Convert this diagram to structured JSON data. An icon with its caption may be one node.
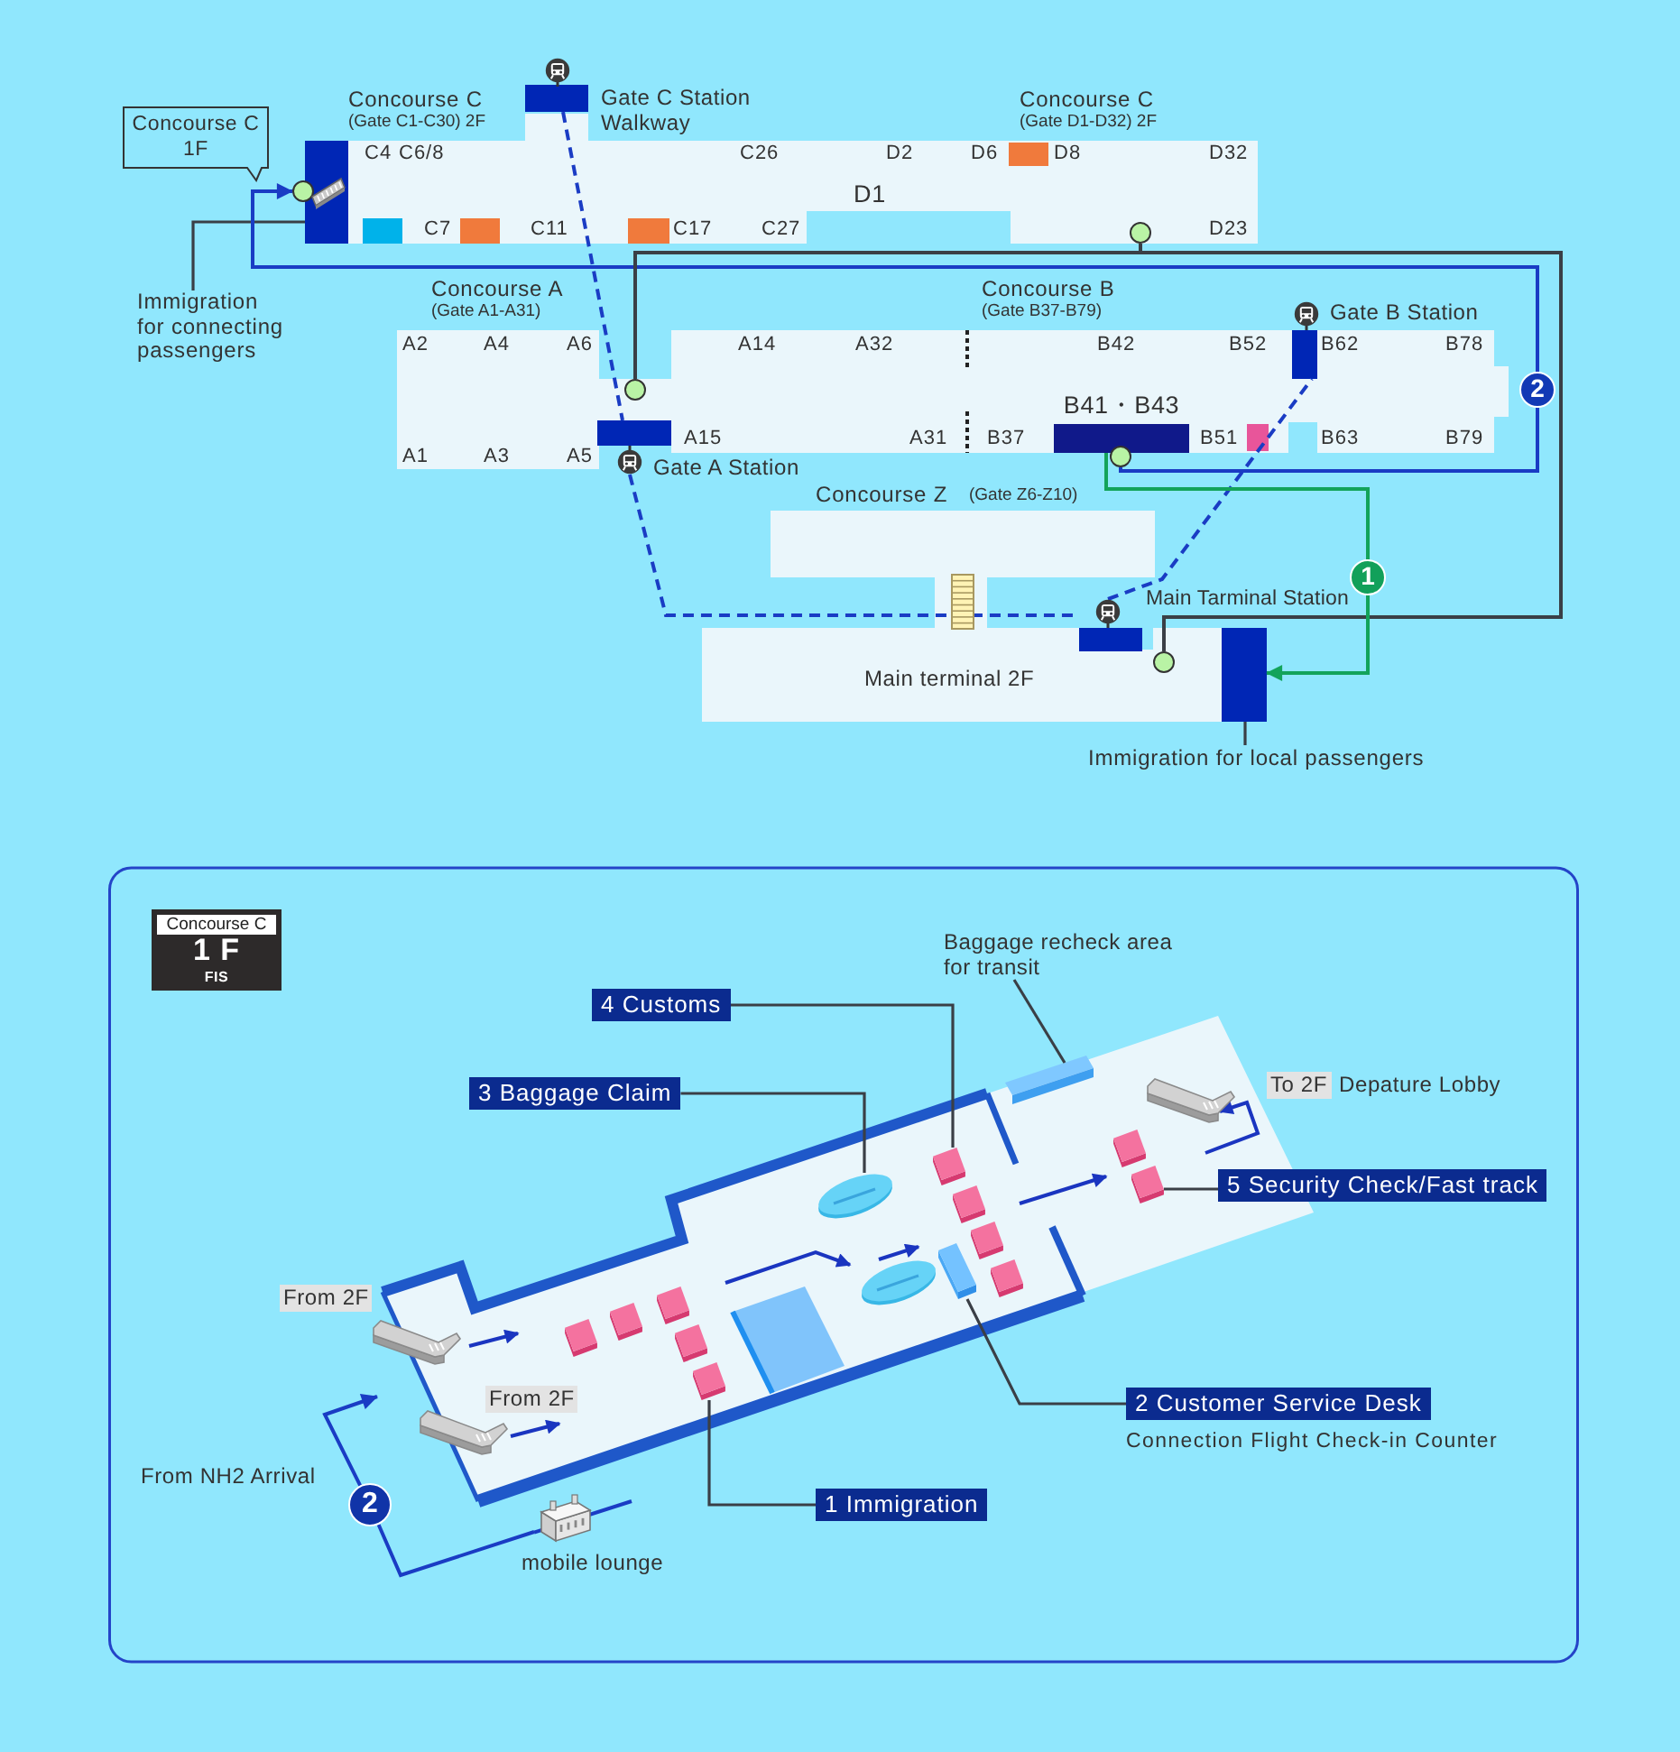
{
  "diagram": {
    "nodes": [
      {
        "text": [
          "Concourse C 1F"
        ]
      },
      {
        "text": [
          "Concourse C",
          "(Gate C1-C30) 2F",
          "Concourse C",
          "(Gate D1-D32) 2F",
          "C4",
          "C6/8",
          "C26",
          "D2",
          "D6",
          "D8",
          "D32",
          "D1",
          "C7",
          "C11",
          "C17",
          "C27",
          "D23"
        ]
      },
      {
        "text": [],
        "shape": "bar",
        "beside": [
          "Gate C Station",
          "Walkway"
        ]
      },
      {
        "text": [],
        "shape": "bar",
        "in": 1
      },
      {
        "text": [],
        "shape": "circle"
      },
      {
        "text": [
          "Immigration for connecting passengers"
        ]
      },
      {
        "text": [
          "Concourse A",
          "(Gate A1-A31)",
          "Concourse B",
          "(Gate B37-B79)",
          "A2",
          "A4",
          "A6",
          "A14",
          "A32",
          "B42",
          "B52",
          "B62",
          "B78",
          "A15",
          "A31",
          "B37",
          "B51",
          "B63",
          "B79",
          "A1",
          "A3",
          "A5"
        ]
      },
      {
        "text": [],
        "shape": "bar",
        "beside": [
          "Gate A Station"
        ]
      },
      {
        "text": [],
        "shape": "circle",
        "in": 6
      },
      {
        "text": [],
        "shape": "bar",
        "beside": [
          "Gate B Station"
        ],
        "in": 6
      },
      {
        "text": [
          "B41・B43"
        ],
        "in": 6
      },
      {
        "text": [],
        "shape": "circle",
        "in": 6
      },
      {
        "text": [],
        "shape": "circle",
        "in": 1
      },
      {
        "text": [
          "2"
        ]
      },
      {
        "text": [
          "Concourse Z",
          "(Gate Z6-Z10)"
        ]
      },
      {
        "text": [],
        "shape": "bar",
        "beside": [
          "Main Tarminal Station"
        ]
      },
      {
        "text": [
          "1"
        ]
      },
      {
        "text": [
          "Main terminal 2F"
        ]
      },
      {
        "text": [],
        "shape": "circle",
        "in": 17
      },
      {
        "text": [],
        "shape": "bar",
        "in": 17
      },
      {
        "text": [
          "Immigration for local passengers"
        ]
      },
      {
        "text": [
          "Concourse C",
          "1 F",
          "FIS"
        ]
      },
      {
        "text": [],
        "shape": "picture"
      },
      {
        "text": [
          "Baggage recheck area for transit"
        ]
      },
      {
        "text": [
          "4 Customs"
        ]
      },
      {
        "text": [
          "3 Baggage Claim"
        ]
      },
      {
        "text": [],
        "shape": "bar",
        "in": 22
      },
      {
        "text": [],
        "shape": "box",
        "in": 22
      },
      {
        "text": [],
        "shape": "oval",
        "in": 22
      },
      {
        "text": [],
        "shape": "box",
        "in": 22
      },
      {
        "text": [
          "5 Security Check/Fast track"
        ]
      },
      {
        "text": [],
        "shape": "box",
        "in": 22
      },
      {
        "text": [
          "2 Customer Service Desk"
        ],
        "beside": [
          "Connection Flight Check-in Counter"
        ]
      },
      {
        "text": [],
        "shape": "box",
        "in": 22
      },
      {
        "text": [
          "1 Immigration"
        ]
      },
      {
        "text": [
          "2"
        ]
      },
      {
        "text": [],
        "shape": "picture",
        "beside": [
          "mobile lounge"
        ]
      }
    ],
    "edges": [
      {
        "from": 5,
        "to": 3,
        "arrow": "none"
      },
      {
        "from": 11,
        "to": 13,
        "arrow": "none",
        "color": "#1a3cc4"
      },
      {
        "from": 13,
        "to": 4,
        "arrow": "to",
        "color": "#1a3cc4"
      },
      {
        "from": 8,
        "to": 18,
        "arrow": "none"
      },
      {
        "from": 12,
        "to": 18,
        "arrow": "none"
      },
      {
        "from": 2,
        "to": 7,
        "arrow": "none",
        "style": "dashed",
        "color": "#1a3cc4"
      },
      {
        "from": 7,
        "to": 15,
        "arrow": "none",
        "style": "dashed",
        "color": "#1a3cc4"
      },
      {
        "from": 15,
        "to": 9,
        "arrow": "none",
        "style": "dashed",
        "color": "#1a3cc4"
      },
      {
        "from": 10,
        "to": 16,
        "arrow": "none",
        "color": "#13a35a"
      },
      {
        "from": 16,
        "to": 19,
        "arrow": "to",
        "color": "#13a35a"
      },
      {
        "from": 20,
        "to": 19,
        "arrow": "none"
      },
      {
        "from": 23,
        "to": 26,
        "arrow": "none"
      },
      {
        "from": 24,
        "to": 27,
        "arrow": "none"
      },
      {
        "from": 25,
        "to": 28,
        "arrow": "none"
      },
      {
        "from": 30,
        "to": 29,
        "arrow": "none"
      },
      {
        "from": 32,
        "to": 31,
        "arrow": "none"
      },
      {
        "from": 34,
        "to": 33,
        "arrow": "none"
      },
      {
        "from": 36,
        "to": 35,
        "arrow": "none",
        "color": "#1a3cc4"
      },
      {
        "from": 35,
        "to": 22,
        "arrow": "to",
        "color": "#1a3cc4"
      }
    ],
    "labels": [
      "To 2F",
      "Depature Lobby",
      "From 2F",
      "From 2F",
      "From NH2 Arrival"
    ]
  }
}
